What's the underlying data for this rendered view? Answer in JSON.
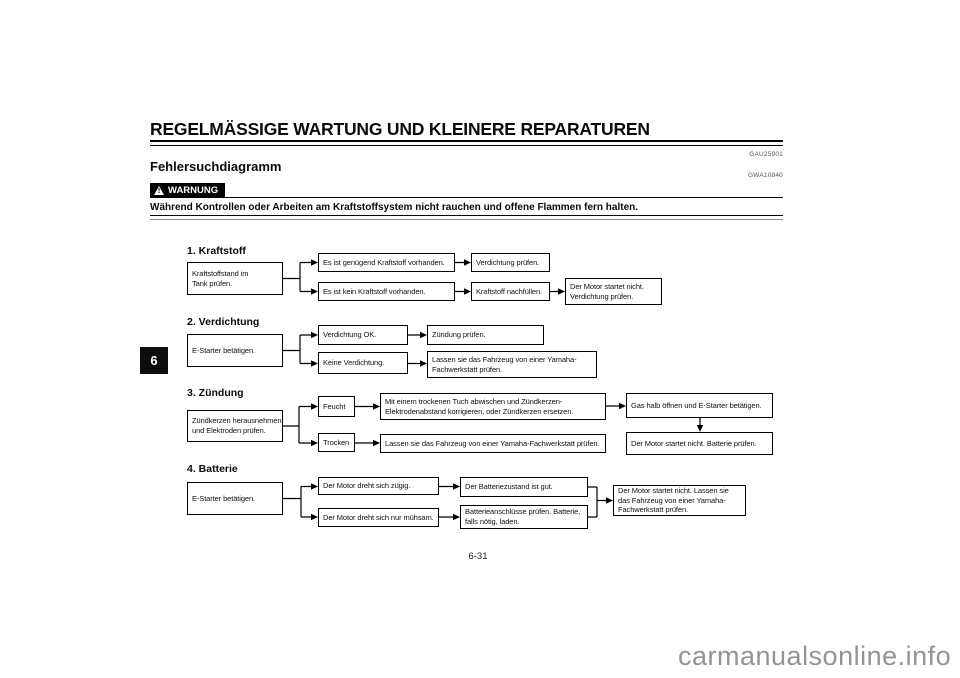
{
  "page": {
    "header_title": "REGELMÄSSIGE WARTUNG UND KLEINERE REPARATUREN",
    "code_top": "GAU25901",
    "section_heading": "Fehlersuchdiagramm",
    "code_warning": "GWA10840",
    "warning_label": "WARNUNG",
    "warning_text": "Während Kontrollen oder Arbeiten am Kraftstoffsystem nicht rauchen und offene Flammen fern halten.",
    "chapter_tab": "6",
    "page_number": "6-31",
    "watermark": "carmanualsonline.info"
  },
  "flowchart": {
    "s1": {
      "title": "1. Kraftstoff",
      "start": "Kraftstoffstand im\nTank prüfen.",
      "r1a": "Es ist genügend Kraftstoff vorhanden.",
      "r1b": "Verdichtung prüfen.",
      "r2a": "Es ist kein Kraftstoff vorhanden.",
      "r2b": "Kraftstoff nachfüllen.",
      "r2c": "Der Motor startet nicht.\nVerdichtung prüfen."
    },
    "s2": {
      "title": "2. Verdichtung",
      "start": "E-Starter betätigen.",
      "r1a": "Verdichtung OK.",
      "r1b": "Zündung prüfen.",
      "r2a": "Keine Verdichtung.",
      "r2b": "Lassen sie das Fahrzeug von einer Yamaha-\nFachwerkstatt prüfen."
    },
    "s3": {
      "title": "3. Zündung",
      "start": "Zündkerzen herausnehmen\nund Elektroden prüfen.",
      "r1a": "Feucht",
      "r1b": "Mit einem trockenen Tuch abwischen und Zündkerzen-\nElektrodenabstand korrigieren, oder Zündkerzen ersetzen.",
      "r1c": "Gas halb öffnen und E-Starter betätigen.",
      "r2a": "Trocken",
      "r2b": "Lassen sie das Fahrzeug von einer Yamaha-Fachwerkstatt prüfen.",
      "r2c": "Der Motor startet nicht. Batterie prüfen."
    },
    "s4": {
      "title": "4. Batterie",
      "start": "E-Starter betätigen.",
      "r1a": "Der Motor dreht sich zügig.",
      "r1b": "Der Batteriezustand ist gut.",
      "r2a": "Der Motor dreht sich nur mühsam.",
      "r2b": "Batterieanschlüsse prüfen. Batterie,\nfalls nötig, laden.",
      "merge": "Der Motor startet nicht. Lassen sie\ndas Fahrzeug von einer Yamaha-\nFachwerkstatt prüfen."
    }
  }
}
